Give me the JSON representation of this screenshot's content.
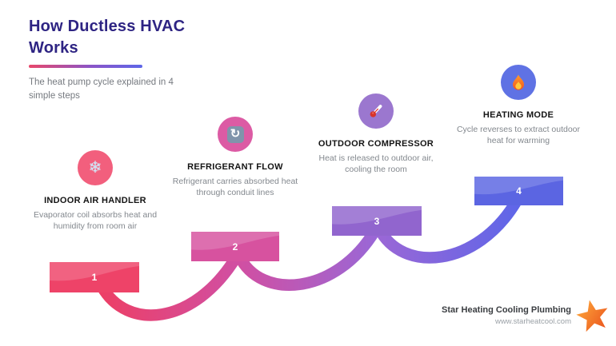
{
  "header": {
    "title_line1": "How Ductless HVAC",
    "title_line2": "Works",
    "subtitle": "The heat pump cycle explained in 4 simple steps"
  },
  "steps": [
    {
      "number": "1",
      "title": "INDOOR AIR HANDLER",
      "description": "Evaporator coil absorbs heat and humidity from room air",
      "icon": "snowflake-icon",
      "icon_glyph": "❄",
      "icon_bg": "#F25F7D",
      "block_color": "#EE4368"
    },
    {
      "number": "2",
      "title": "REFRIGERANT FLOW",
      "description": "Refrigerant carries absorbed heat through conduit lines",
      "icon": "refresh-cycle-icon",
      "icon_glyph": "↻",
      "icon_bg": "#DC5BA4",
      "block_color": "#D7529F"
    },
    {
      "number": "3",
      "title": "OUTDOOR COMPRESSOR",
      "description": "Heat is released to outdoor air, cooling the room",
      "icon": "thermometer-icon",
      "icon_bg": "#9B77CF",
      "block_color": "#9165CE"
    },
    {
      "number": "4",
      "title": "HEATING MODE",
      "description": "Cycle reverses to extract outdoor heat for warming",
      "icon": "flame-icon",
      "icon_bg": "#5F72E4",
      "block_color": "#5B65E2"
    }
  ],
  "footer": {
    "company": "Star Heating Cooling Plumbing",
    "website": "www.starheatcool.com"
  },
  "colors": {
    "title": "#2E2483",
    "subtitle": "#75797F",
    "accent_gradient_start": "#E8486B",
    "accent_gradient_end": "#5E67E8",
    "curve_gradient": [
      "#EC3F66",
      "#D14FA2",
      "#9A67D6",
      "#5F66E8"
    ],
    "star_logo_gradient": [
      "#FFAE3D",
      "#E94E1B"
    ],
    "background": "#FFFFFF"
  }
}
